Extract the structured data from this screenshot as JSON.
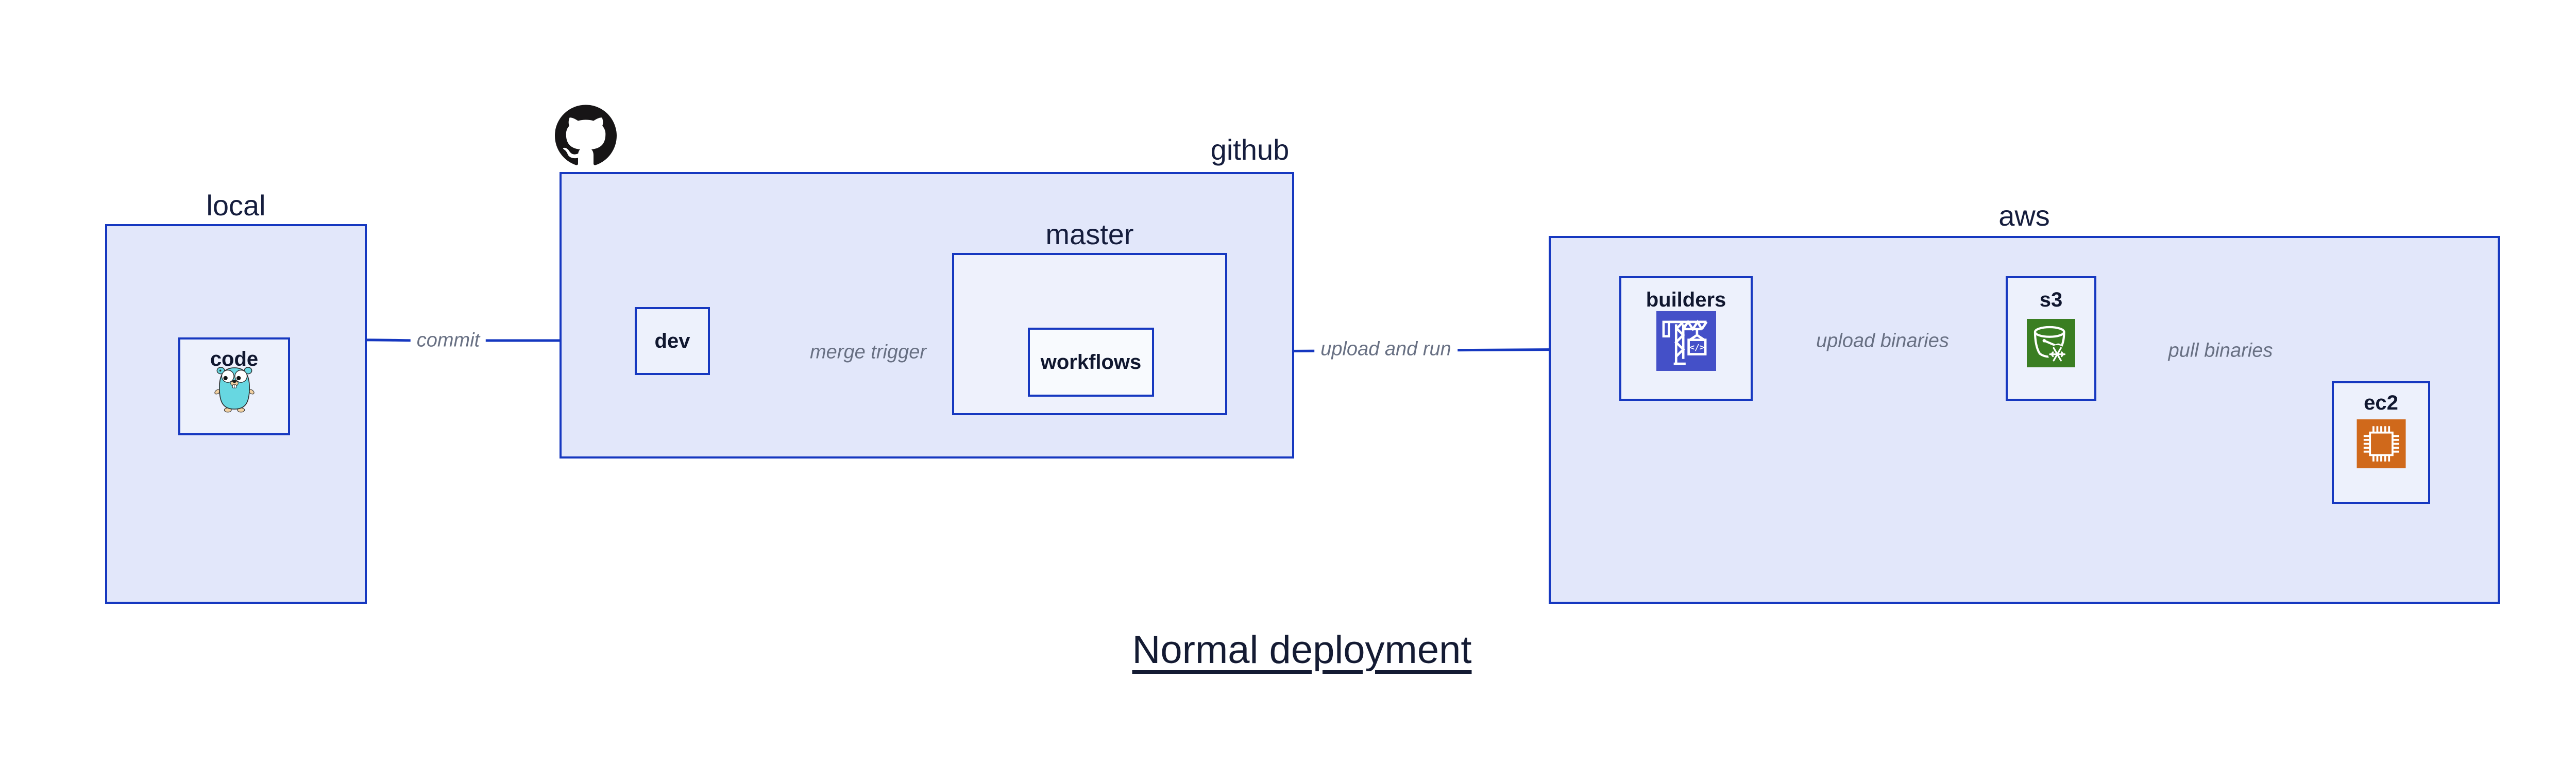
{
  "diagram": {
    "title": "Normal deployment",
    "containers": [
      {
        "id": "local",
        "label": "local"
      },
      {
        "id": "github",
        "label": "github"
      },
      {
        "id": "master",
        "label": "master"
      },
      {
        "id": "aws",
        "label": "aws"
      }
    ],
    "nodes": [
      {
        "id": "code",
        "label": "code",
        "icon": "go-gopher-icon"
      },
      {
        "id": "dev",
        "label": "dev"
      },
      {
        "id": "workflows",
        "label": "workflows"
      },
      {
        "id": "builders",
        "label": "builders",
        "icon": "aws-codebuild-icon"
      },
      {
        "id": "s3",
        "label": "s3",
        "icon": "aws-s3-glacier-icon"
      },
      {
        "id": "ec2",
        "label": "ec2",
        "icon": "aws-ec2-chip-icon"
      }
    ],
    "edges": [
      {
        "from": "code",
        "to": "dev",
        "label": "commit"
      },
      {
        "from": "dev",
        "to": "workflows",
        "label": "merge trigger"
      },
      {
        "from": "workflows",
        "to": "builders",
        "label": "upload and run"
      },
      {
        "from": "builders",
        "to": "s3",
        "label": "upload binaries"
      },
      {
        "from": "s3",
        "to": "ec2",
        "label": "pull binaries"
      }
    ],
    "icons": [
      "github-logo-icon",
      "go-gopher-icon",
      "aws-codebuild-icon",
      "aws-s3-glacier-icon",
      "aws-ec2-chip-icon"
    ],
    "colors": {
      "edge_blue": "#1638c0",
      "container_fill": "#e2e7fa",
      "node_fill": "#edf1fc",
      "workflows_fill": "#f8fafe",
      "label_dark": "#151d3d",
      "edge_label_gray": "#687083",
      "codebuild_indigo": "#4450c8",
      "s3_green": "#3a7e22",
      "ec2_orange": "#d0691b",
      "github_black": "#171516",
      "gopher_teal": "#67d7e1"
    }
  }
}
